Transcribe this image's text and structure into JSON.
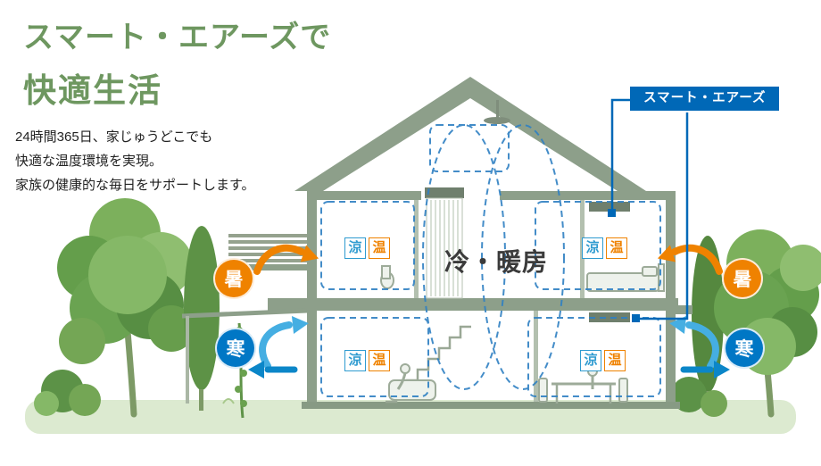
{
  "header": {
    "title_line1": "スマート・エアーズで",
    "title_line2": "快適生活",
    "description": [
      "24時間365日、家じゅうどこでも",
      "快適な温度環境を実現。",
      "家族の健康的な毎日をサポートします。"
    ]
  },
  "callout": {
    "label": "スマート・エアーズ"
  },
  "diagram": {
    "center_label": "冷・暖房",
    "cool_label": "涼",
    "warm_label": "温",
    "hot_label": "暑",
    "cold_label": "寒"
  },
  "colors": {
    "title_green": "#6e9760",
    "callout_blue": "#0068b7",
    "hot_orange": "#ef8200",
    "cold_blue": "#0077c5",
    "cool_text_blue": "#2f9bd0",
    "airflow_blue": "#2f80c3",
    "house_sage": "#8d9f8a",
    "ground_green": "#dcead0"
  }
}
